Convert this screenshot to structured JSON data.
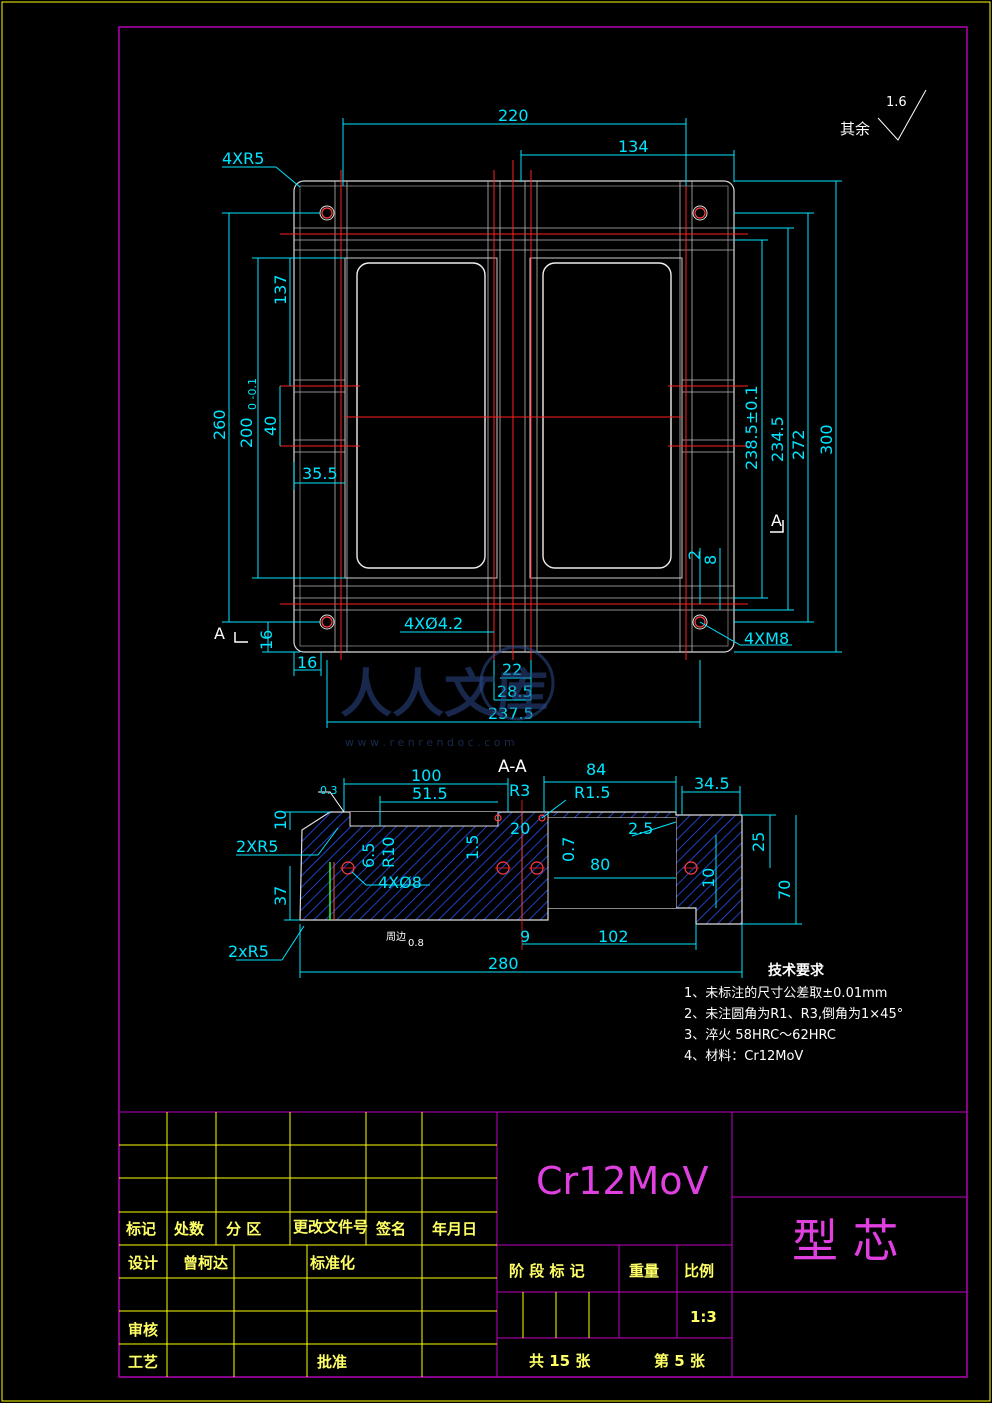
{
  "roughness": {
    "label": "其余",
    "value": "1.6"
  },
  "top_view": {
    "dims": {
      "width_220": "220",
      "width_134": "134",
      "corner_radius": "4XR5",
      "h_260": "260",
      "h_200": "200",
      "tol_200": "0\n-0.1",
      "h_137": "137",
      "h_40": "40",
      "w_35_5": "35.5",
      "h_238_5": "238.5±0.1",
      "h_234_5": "234.5",
      "h_272": "272",
      "h_300": "300",
      "h_8": "8",
      "h_2": "2",
      "hole_4x42": "4XØ4.2",
      "thread_4xm8": "4XM8",
      "h_16": "16",
      "w_16": "16",
      "w_22": "22",
      "w_28_5": "28.5",
      "w_237_5": "237.5",
      "section_mark": "A"
    }
  },
  "section_view": {
    "title": "A-A",
    "dims": {
      "w_100": "100",
      "w_51_5": "51.5",
      "r3": "R3",
      "r1_5": "R1.5",
      "w_84": "84",
      "w_34_5": "34.5",
      "d_0_3": "0.3",
      "h_10": "10",
      "r5_top": "2XR5",
      "r10": "R10",
      "h_6_5": "6.5",
      "h_1_5": "1.5",
      "w_20": "20",
      "h_0_7": "0.7",
      "w_2_5": "2.5",
      "h_25": "25",
      "hole_4x8": "4XØ8",
      "w_80": "80",
      "h_10b": "10",
      "h_70": "70",
      "h_37": "37",
      "r5_bottom": "2xR5",
      "w_9": "9",
      "w_102": "102",
      "w_280": "280",
      "rough_08": "0.8",
      "edge_note": "周边"
    }
  },
  "tech_requirements": {
    "title": "技术要求",
    "items": [
      "1、未标注的尺寸公差取±0.01mm",
      "2、未注圆角为R1、R3,倒角为1×45°",
      "3、淬火  58HRC～62HRC",
      "4、材料：Cr12MoV"
    ]
  },
  "title_block": {
    "material": "Cr12MoV",
    "part_name": "型  芯",
    "headers": [
      "标记",
      "处数",
      "分 区",
      "更改文件号",
      "签名",
      "年月日"
    ],
    "design_label": "设计",
    "designer": "曾柯达",
    "standardize_label": "标准化",
    "review_label": "审核",
    "process_label": "工艺",
    "approve_label": "批准",
    "stage_label": "阶 段 标 记",
    "weight_label": "重量",
    "scale_label": "比例",
    "scale": "1:3",
    "total_sheets": "共 15 张",
    "sheet_no": "第 5 张"
  },
  "watermark": {
    "text": "人人文库",
    "url_text": "w w w . r e n r e n d o c . c o m"
  },
  "colors": {
    "border": "#ffff00",
    "frame": "#a000a0",
    "dimension": "#00e5ff",
    "center": "#ff2020",
    "hatch": "#2040c0"
  }
}
